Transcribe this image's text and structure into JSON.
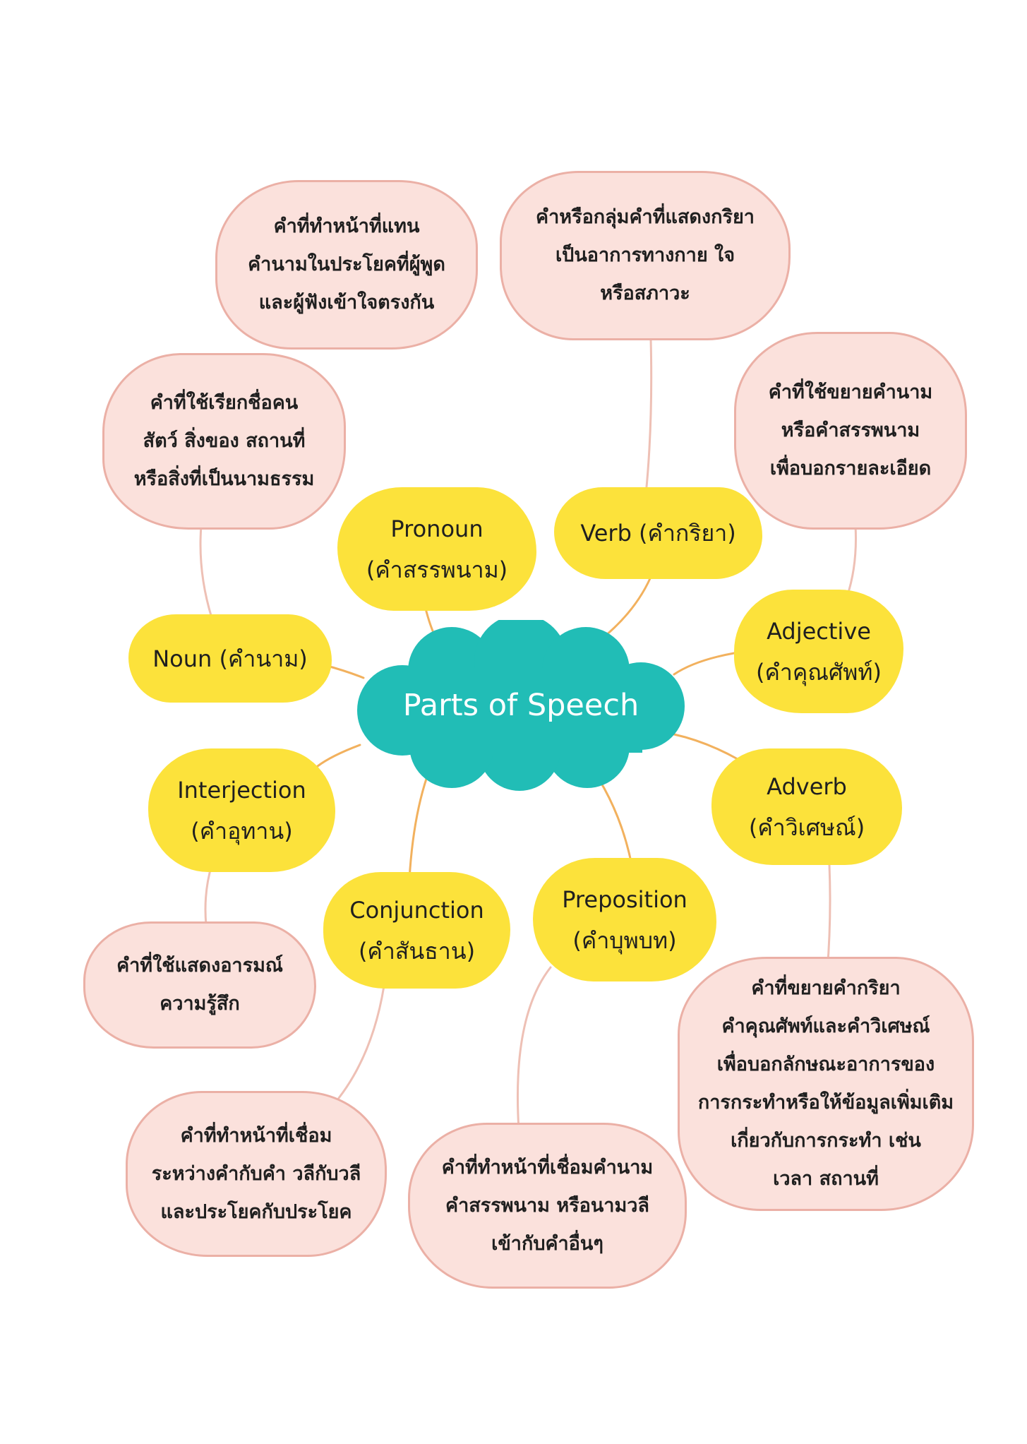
{
  "colors": {
    "center_fill": "#21bdb6",
    "category_fill": "#fce23b",
    "definition_fill": "#fbe1dc",
    "definition_border": "#ebb0a6",
    "connector_orange": "#f2b15e",
    "connector_pink": "#eec0b5"
  },
  "center": {
    "label": "Parts of Speech"
  },
  "categories": {
    "pronoun": {
      "en": "Pronoun",
      "th": "(คำสรรพนาม)"
    },
    "verb": {
      "label": "Verb (คำกริยา)"
    },
    "noun": {
      "label": "Noun (คำนาม)"
    },
    "adjective": {
      "en": "Adjective",
      "th": "(คำคุณศัพท์)"
    },
    "interjection": {
      "en": "Interjection",
      "th": "(คำอุทาน)"
    },
    "adverb": {
      "en": "Adverb",
      "th": "(คำวิเศษณ์)"
    },
    "conjunction": {
      "en": "Conjunction",
      "th": "(คำสันธาน)"
    },
    "preposition": {
      "en": "Preposition",
      "th": "(คำบุพบท)"
    }
  },
  "definitions": {
    "pronoun": [
      "คำที่ทำหน้าที่แทน",
      "คำนามในประโยคที่ผู้พูด",
      "และผู้ฟังเข้าใจตรงกัน"
    ],
    "verb": [
      "คำหรือกลุ่มคำที่แสดงกริยา",
      "เป็นอาการทางกาย ใจ",
      "หรือสภาวะ"
    ],
    "noun": [
      "คำที่ใช้เรียกชื่อคน",
      "สัตว์ สิ่งของ สถานที่",
      "หรือสิ่งที่เป็นนามธรรม"
    ],
    "adjective": [
      "คำที่ใช้ขยายคำนาม",
      "หรือคำสรรพนาม",
      "เพื่อบอกรายละเอียด"
    ],
    "interjection": [
      "คำที่ใช้แสดงอารมณ์",
      "ความรู้สึก"
    ],
    "adverb": [
      "คำที่ขยายคำกริยา",
      "คำคุณศัพท์และคำวิเศษณ์",
      "เพื่อบอกลักษณะอาการของ",
      "การกระทำหรือให้ข้อมูลเพิ่มเติม",
      "เกี่ยวกับการกระทำ เช่น",
      "เวลา สถานที่"
    ],
    "conjunction": [
      "คำที่ทำหน้าที่เชื่อม",
      "ระหว่างคำกับคำ วลีกับวลี",
      "และประโยคกับประโยค"
    ],
    "preposition": [
      "คำที่ทำหน้าที่เชื่อมคำนาม",
      "คำสรรพนาม หรือนามวลี",
      "เข้ากับคำอื่นๆ"
    ]
  }
}
